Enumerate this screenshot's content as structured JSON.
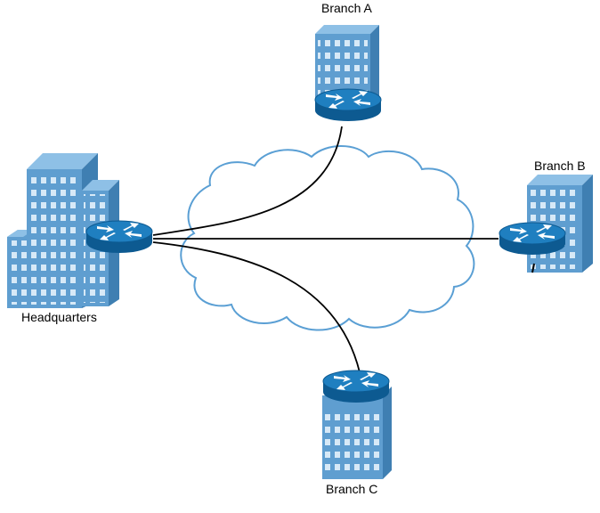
{
  "sites": {
    "branch_a": {
      "label": "Branch A"
    },
    "branch_b": {
      "label": "Branch B"
    },
    "branch_c": {
      "label": "Branch C"
    },
    "headquarters": {
      "label": "Headquarters"
    }
  },
  "colors": {
    "building_face": "#5f9ed0",
    "building_side": "#3f7fb2",
    "building_top": "#8ec0e6",
    "window": "#d7e9f7",
    "router_top": "#1f7fc0",
    "router_side": "#0d5a91",
    "cloud_fill": "#ffffff",
    "cloud_stroke": "#5a9fd4",
    "link": "#000000"
  },
  "icons": {
    "building": "office-building-icon",
    "router": "router-icon",
    "cloud": "wan-cloud-icon"
  }
}
